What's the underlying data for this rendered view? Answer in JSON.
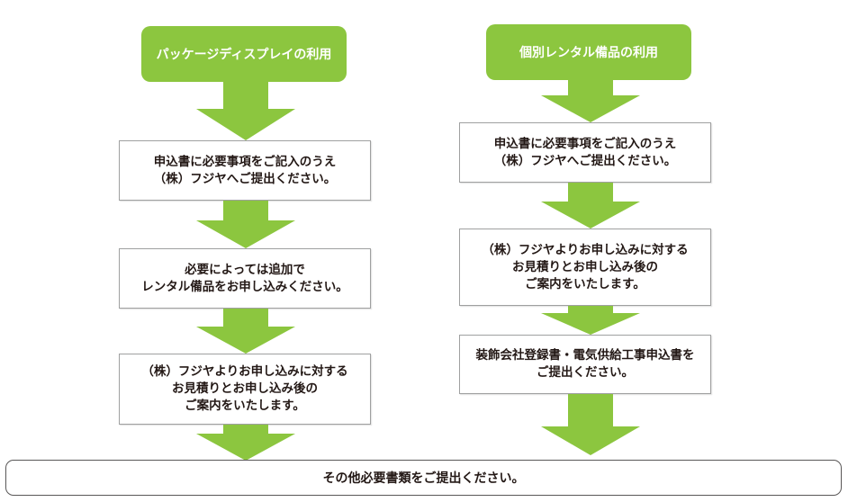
{
  "colors": {
    "header_green": "#8cc63f",
    "arrow_green": "#8cc63f",
    "box_border": "#9fa0a0",
    "text": "#231815"
  },
  "left_flow": {
    "title": "パッケージディスプレイの利用",
    "steps": [
      {
        "lines": [
          "申込書に必要事項をご記入のうえ",
          "（株）フジヤへご提出ください。"
        ]
      },
      {
        "lines": [
          "必要によっては追加で",
          "レンタル備品をお申し込みください。"
        ]
      },
      {
        "lines": [
          "（株）フジヤよりお申し込みに対する",
          "お見積りとお申し込み後の",
          "ご案内をいたします。"
        ]
      }
    ]
  },
  "right_flow": {
    "title": "個別レンタル備品の利用",
    "steps": [
      {
        "lines": [
          "申込書に必要事項をご記入のうえ",
          "（株）フジヤへご提出ください。"
        ]
      },
      {
        "lines": [
          "（株）フジヤよりお申し込みに対する",
          "お見積りとお申し込み後の",
          "ご案内をいたします。"
        ]
      },
      {
        "lines": [
          "装飾会社登録書・電気供給工事申込書を",
          "ご提出ください。"
        ]
      }
    ]
  },
  "final_step": "その他必要書類をご提出ください。",
  "icons": {
    "flow_arrow": "down-arrow-icon"
  }
}
